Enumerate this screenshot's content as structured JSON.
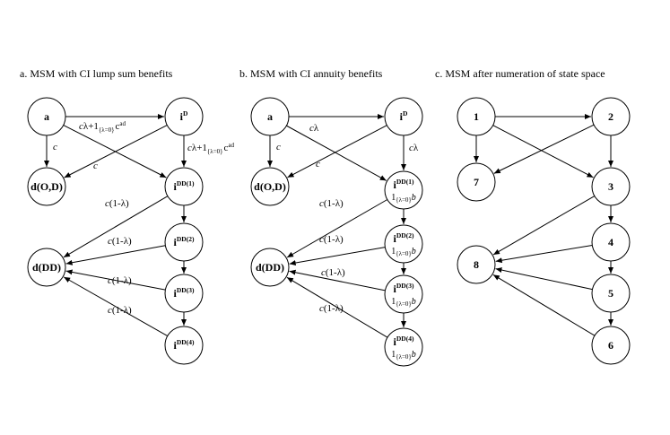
{
  "panels": [
    {
      "title": "a.  MSM with CI lump sum benefits",
      "nodes": [
        {
          "id": "a",
          "label": "a"
        },
        {
          "id": "iD",
          "label": "i",
          "sup": "D"
        },
        {
          "id": "dOD",
          "label": "d(O,D)"
        },
        {
          "id": "iDD1",
          "label": "i",
          "sup": "DD(1)"
        },
        {
          "id": "iDD2",
          "label": "i",
          "sup": "DD(2)"
        },
        {
          "id": "dDD",
          "label": "d(DD)"
        },
        {
          "id": "iDD3",
          "label": "i",
          "sup": "DD(3)"
        },
        {
          "id": "iDD4",
          "label": "i",
          "sup": "DD(4)"
        }
      ],
      "edges": [
        {
          "from": "a",
          "to": "iD",
          "label": "cλ+1",
          "sub": "{λ=0}",
          "tail": "c",
          "tailsup": "ad"
        },
        {
          "from": "a",
          "to": "dOD",
          "label": "c"
        },
        {
          "from": "a",
          "to": "iDD1"
        },
        {
          "from": "iD",
          "to": "dOD",
          "label": "c"
        },
        {
          "from": "iD",
          "to": "iDD1",
          "label": "cλ+1",
          "sub": "{λ=0}",
          "tail": "c",
          "tailsup": "ad"
        },
        {
          "from": "iDD1",
          "to": "iDD2"
        },
        {
          "from": "iDD1",
          "to": "dDD",
          "label": "c(1-λ)"
        },
        {
          "from": "iDD2",
          "to": "dDD",
          "label": "c(1-λ)"
        },
        {
          "from": "iDD2",
          "to": "iDD3"
        },
        {
          "from": "iDD3",
          "to": "dDD",
          "label": "c(1-λ)"
        },
        {
          "from": "iDD3",
          "to": "iDD4"
        },
        {
          "from": "iDD4",
          "to": "dDD",
          "label": "c(1-λ)"
        }
      ]
    },
    {
      "title": "b.  MSM with CI annuity benefits",
      "nodes": [
        {
          "id": "a",
          "label": "a"
        },
        {
          "id": "iD",
          "label": "i",
          "sup": "D"
        },
        {
          "id": "dOD",
          "label": "d(O,D)"
        },
        {
          "id": "iDD1",
          "label": "i",
          "sup": "DD(1)",
          "benefit": "1",
          "benefit_sub": "{λ=0}",
          "benefit_tail": "b"
        },
        {
          "id": "iDD2",
          "label": "i",
          "sup": "DD(2)",
          "benefit": "1",
          "benefit_sub": "{λ=0}",
          "benefit_tail": "b"
        },
        {
          "id": "dDD",
          "label": "d(DD)"
        },
        {
          "id": "iDD3",
          "label": "i",
          "sup": "DD(3)",
          "benefit": "1",
          "benefit_sub": "{λ=0}",
          "benefit_tail": "b"
        },
        {
          "id": "iDD4",
          "label": "i",
          "sup": "DD(4)",
          "benefit": "1",
          "benefit_sub": "{λ=0}",
          "benefit_tail": "b"
        }
      ],
      "edges": [
        {
          "from": "a",
          "to": "iD"
        },
        {
          "from": "a",
          "to": "dOD",
          "label": "c"
        },
        {
          "from": "a",
          "to": "iDD1",
          "label": "cλ"
        },
        {
          "from": "iD",
          "to": "dOD",
          "label": "c"
        },
        {
          "from": "iD",
          "to": "iDD1",
          "label": "cλ"
        },
        {
          "from": "iDD1",
          "to": "iDD2"
        },
        {
          "from": "iDD1",
          "to": "dDD",
          "label": "c(1-λ)"
        },
        {
          "from": "iDD2",
          "to": "dDD",
          "label": "c(1-λ)"
        },
        {
          "from": "iDD2",
          "to": "iDD3"
        },
        {
          "from": "iDD3",
          "to": "dDD",
          "label": "c(1-λ)"
        },
        {
          "from": "iDD3",
          "to": "iDD4"
        },
        {
          "from": "iDD4",
          "to": "dDD",
          "label": "c(1-λ)"
        }
      ]
    },
    {
      "title": "c.  MSM after numeration of state space",
      "nodes": [
        {
          "id": "n1",
          "label": "1"
        },
        {
          "id": "n2",
          "label": "2"
        },
        {
          "id": "n7",
          "label": "7"
        },
        {
          "id": "n3",
          "label": "3"
        },
        {
          "id": "n4",
          "label": "4"
        },
        {
          "id": "n8",
          "label": "8"
        },
        {
          "id": "n5",
          "label": "5"
        },
        {
          "id": "n6",
          "label": "6"
        }
      ],
      "edges": [
        {
          "from": "n1",
          "to": "n2"
        },
        {
          "from": "n1",
          "to": "n7"
        },
        {
          "from": "n1",
          "to": "n3"
        },
        {
          "from": "n2",
          "to": "n7"
        },
        {
          "from": "n2",
          "to": "n3"
        },
        {
          "from": "n3",
          "to": "n4"
        },
        {
          "from": "n3",
          "to": "n8"
        },
        {
          "from": "n4",
          "to": "n8"
        },
        {
          "from": "n4",
          "to": "n5"
        },
        {
          "from": "n5",
          "to": "n8"
        },
        {
          "from": "n5",
          "to": "n6"
        },
        {
          "from": "n6",
          "to": "n8"
        }
      ]
    }
  ]
}
